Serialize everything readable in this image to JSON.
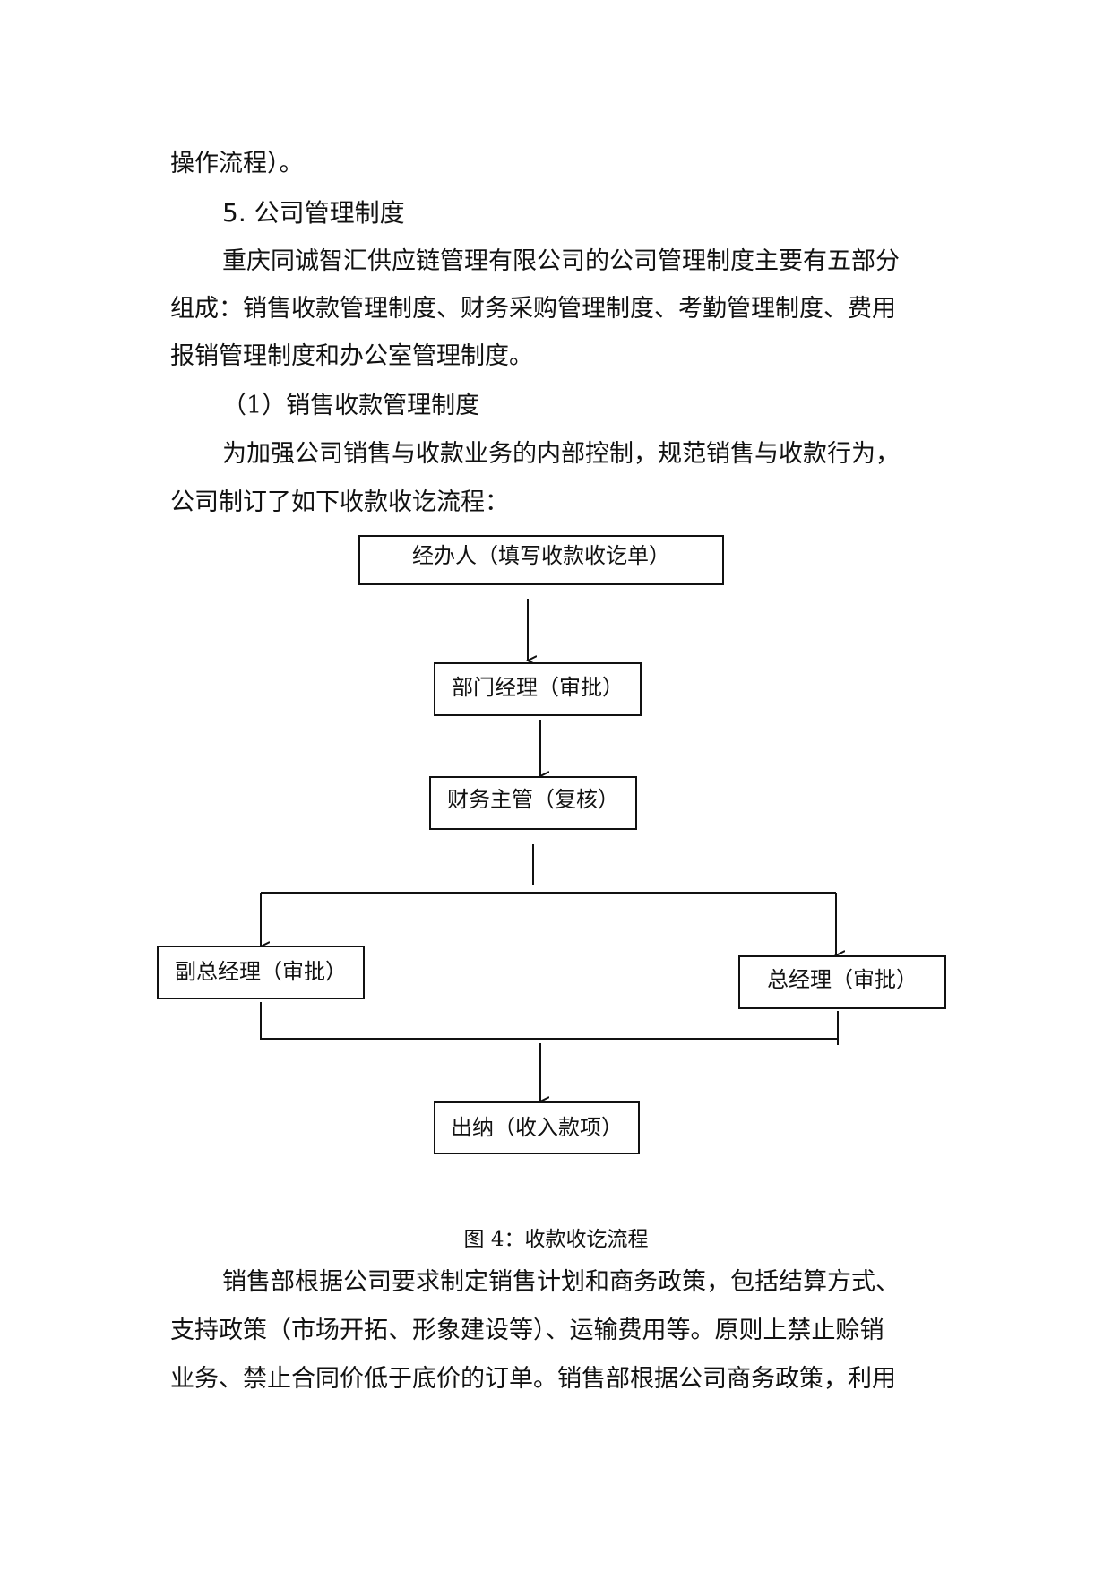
{
  "paragraphs": {
    "p0_line1": "操作流程）。",
    "heading": "5. 公司管理制度",
    "p1_line1": "重庆同诚智汇供应链管理有限公司的公司管理制度主要有五部分",
    "p1_line2": "组成：销售收款管理制度、财务采购管理制度、考勤管理制度、费用",
    "p1_line3": "报销管理制度和办公室管理制度。",
    "subheading": "（1）销售收款管理制度",
    "p2_line1": "为加强公司销售与收款业务的内部控制，规范销售与收款行为，",
    "p2_line2": "公司制订了如下收款收讫流程："
  },
  "flowchart": {
    "step1": "经办人（填写收款收讫单）",
    "step2": "部门经理（审批）",
    "step3": "财务主管（复核）",
    "step4_left": "副总经理（审批）",
    "step4_right": "总经理（审批）",
    "step5": "出纳（收入款项）"
  },
  "caption": "图 4：收款收讫流程",
  "after": {
    "line1": "销售部根据公司要求制定销售计划和商务政策，包括结算方式、",
    "line2": "支持政策（市场开拓、形象建设等）、运输费用等。原则上禁止赊销",
    "line3": "业务、禁止合同价低于底价的订单。销售部根据公司商务政策，利用"
  }
}
